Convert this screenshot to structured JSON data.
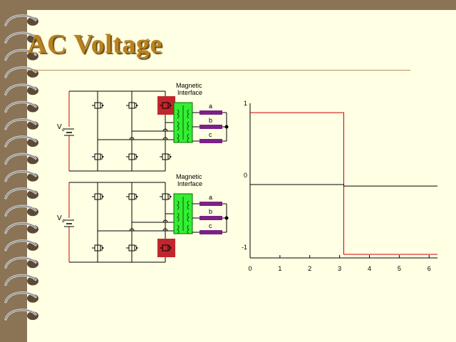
{
  "slide": {
    "title": "AC Voltage",
    "source_label": "V",
    "source_subscript": "d",
    "interface_label_line1": "Magnetic",
    "interface_label_line2": "Interface",
    "phase_labels": [
      "a",
      "b",
      "c"
    ]
  },
  "colors": {
    "background": "#ffffe3",
    "frame": "#8b7355",
    "title": "#b9821e",
    "rule": "#b99061",
    "transformer": "#33ee33",
    "active_switch": "#c0272d",
    "phase_load": "#7b2187",
    "source_wire": "#cc0000",
    "curve_red": "#cc0000",
    "curve_black": "#000000"
  },
  "chart_data": {
    "type": "line",
    "x_ticks": [
      "0",
      "1",
      "2",
      "3",
      "4",
      "5",
      "6"
    ],
    "y_ticks": [
      "1",
      "0",
      "-1"
    ],
    "xlim": [
      0,
      6.28
    ],
    "ylim": [
      -1.15,
      1.0
    ],
    "series": [
      {
        "color": "#cc0000",
        "x": [
          0,
          3.14,
          3.14,
          6.28
        ],
        "y": [
          0.87,
          0.87,
          -1.1,
          -1.1
        ]
      },
      {
        "color": "#000000",
        "x": [
          0,
          3.14,
          3.14,
          6.28
        ],
        "y": [
          -0.13,
          -0.13,
          -0.15,
          -0.15
        ]
      }
    ]
  }
}
